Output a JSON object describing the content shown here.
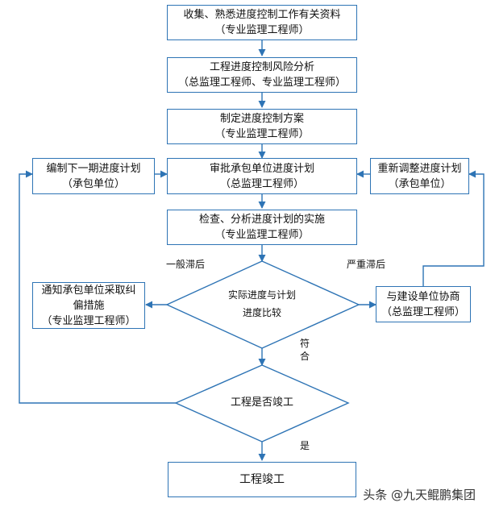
{
  "nodes": {
    "collect": {
      "line1": "收集、熟悉进度控制工作有关资料",
      "line2": "（专业监理工程师）"
    },
    "risk": {
      "line1": "工程进度控制风险分析",
      "line2": "（总监理工程师、专业监理工程师）"
    },
    "plan": {
      "line1": "制定进度控制方案",
      "line2": "（专业监理工程师）"
    },
    "approve": {
      "line1": "审批承包单位进度计划",
      "line2": "（总监理工程师）"
    },
    "inspect": {
      "line1": "检查、分析进度计划的实施",
      "line2": "（专业监理工程师）"
    },
    "next_plan": {
      "line1": "编制下一期进度计划",
      "line2": "（承包单位）"
    },
    "readjust": {
      "line1": "重新调整进度计划",
      "line2": "（承包单位）"
    },
    "compare": {
      "line1": "实际进度与计划",
      "line2": "进度比较"
    },
    "notify": {
      "line1": "通知承包单位采取纠",
      "line2": "偏措施",
      "line3": "（专业监理工程师）"
    },
    "negotiate": {
      "line1": "与建设单位协商",
      "line2": "（总监理工程师）"
    },
    "complete_check": {
      "line1": "工程是否竣工"
    },
    "completed": {
      "line1": "工程竣工"
    }
  },
  "edge_labels": {
    "general_delay": "一般滞后",
    "severe_delay": "严重滞后",
    "conform_1": "符",
    "conform_2": "合",
    "yes": "是"
  },
  "watermark": "头条 @九天鲲鹏集团",
  "colors": {
    "border": "#2e74b5",
    "line": "#2e74b5",
    "text": "#111111"
  }
}
